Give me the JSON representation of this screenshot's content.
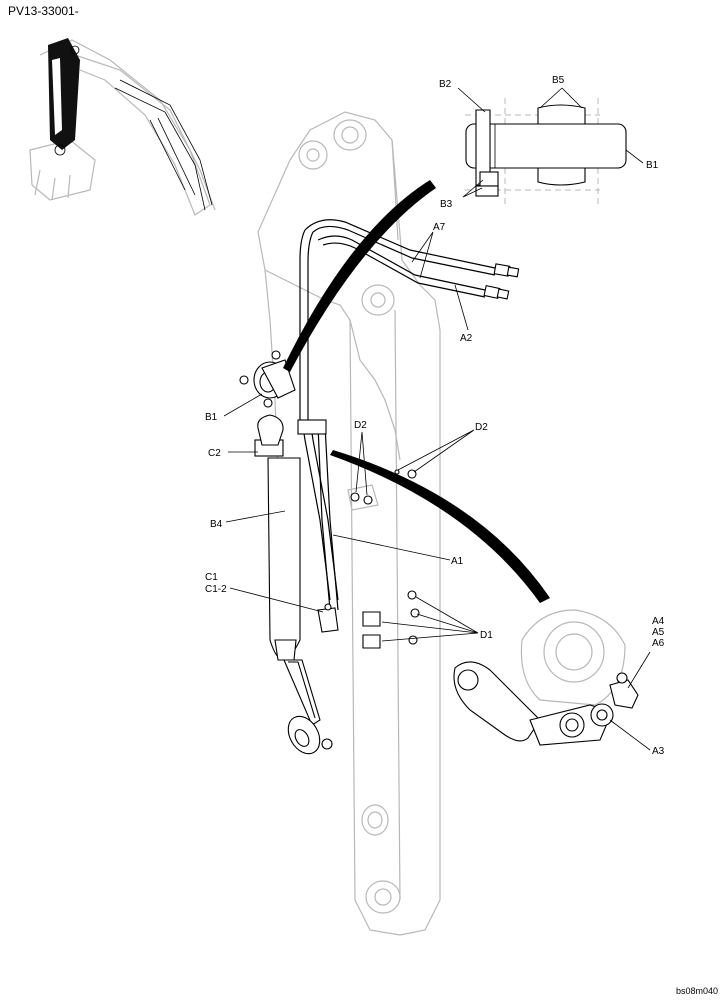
{
  "header": {
    "doc_id": "PV13-33001-"
  },
  "footer": {
    "ref": "bs08m040"
  },
  "callouts": {
    "B2": "B2",
    "B5": "B5",
    "B1_top": "B1",
    "B3": "B3",
    "A7": "A7",
    "A2": "A2",
    "B1": "B1",
    "C2": "C2",
    "D2_left": "D2",
    "D2_right": "D2",
    "B4": "B4",
    "A1": "A1",
    "C1": "C1",
    "C1_2": "C1-2",
    "D1": "D1",
    "A4": "A4",
    "A5": "A5",
    "A6": "A6",
    "A3": "A3"
  }
}
